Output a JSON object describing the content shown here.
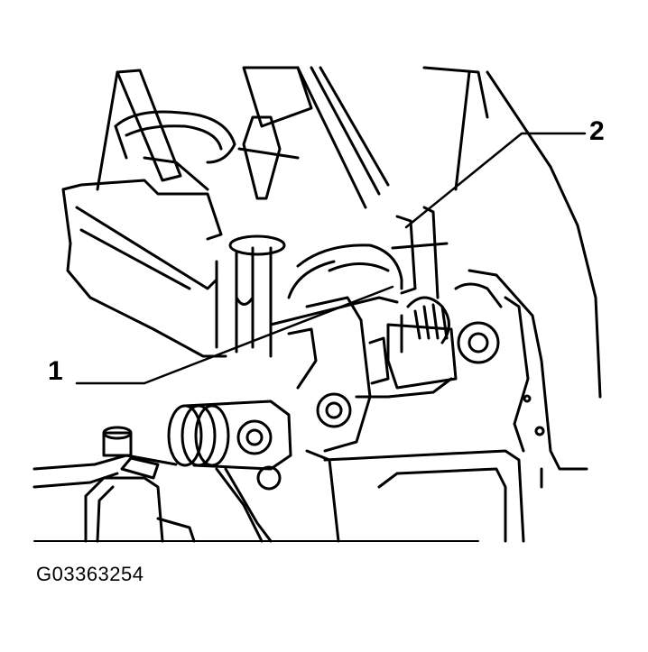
{
  "diagram": {
    "callouts": [
      {
        "label": "1"
      },
      {
        "label": "2"
      }
    ],
    "figure_id": "G03363254",
    "line_color": "#000000",
    "background": "#ffffff"
  }
}
